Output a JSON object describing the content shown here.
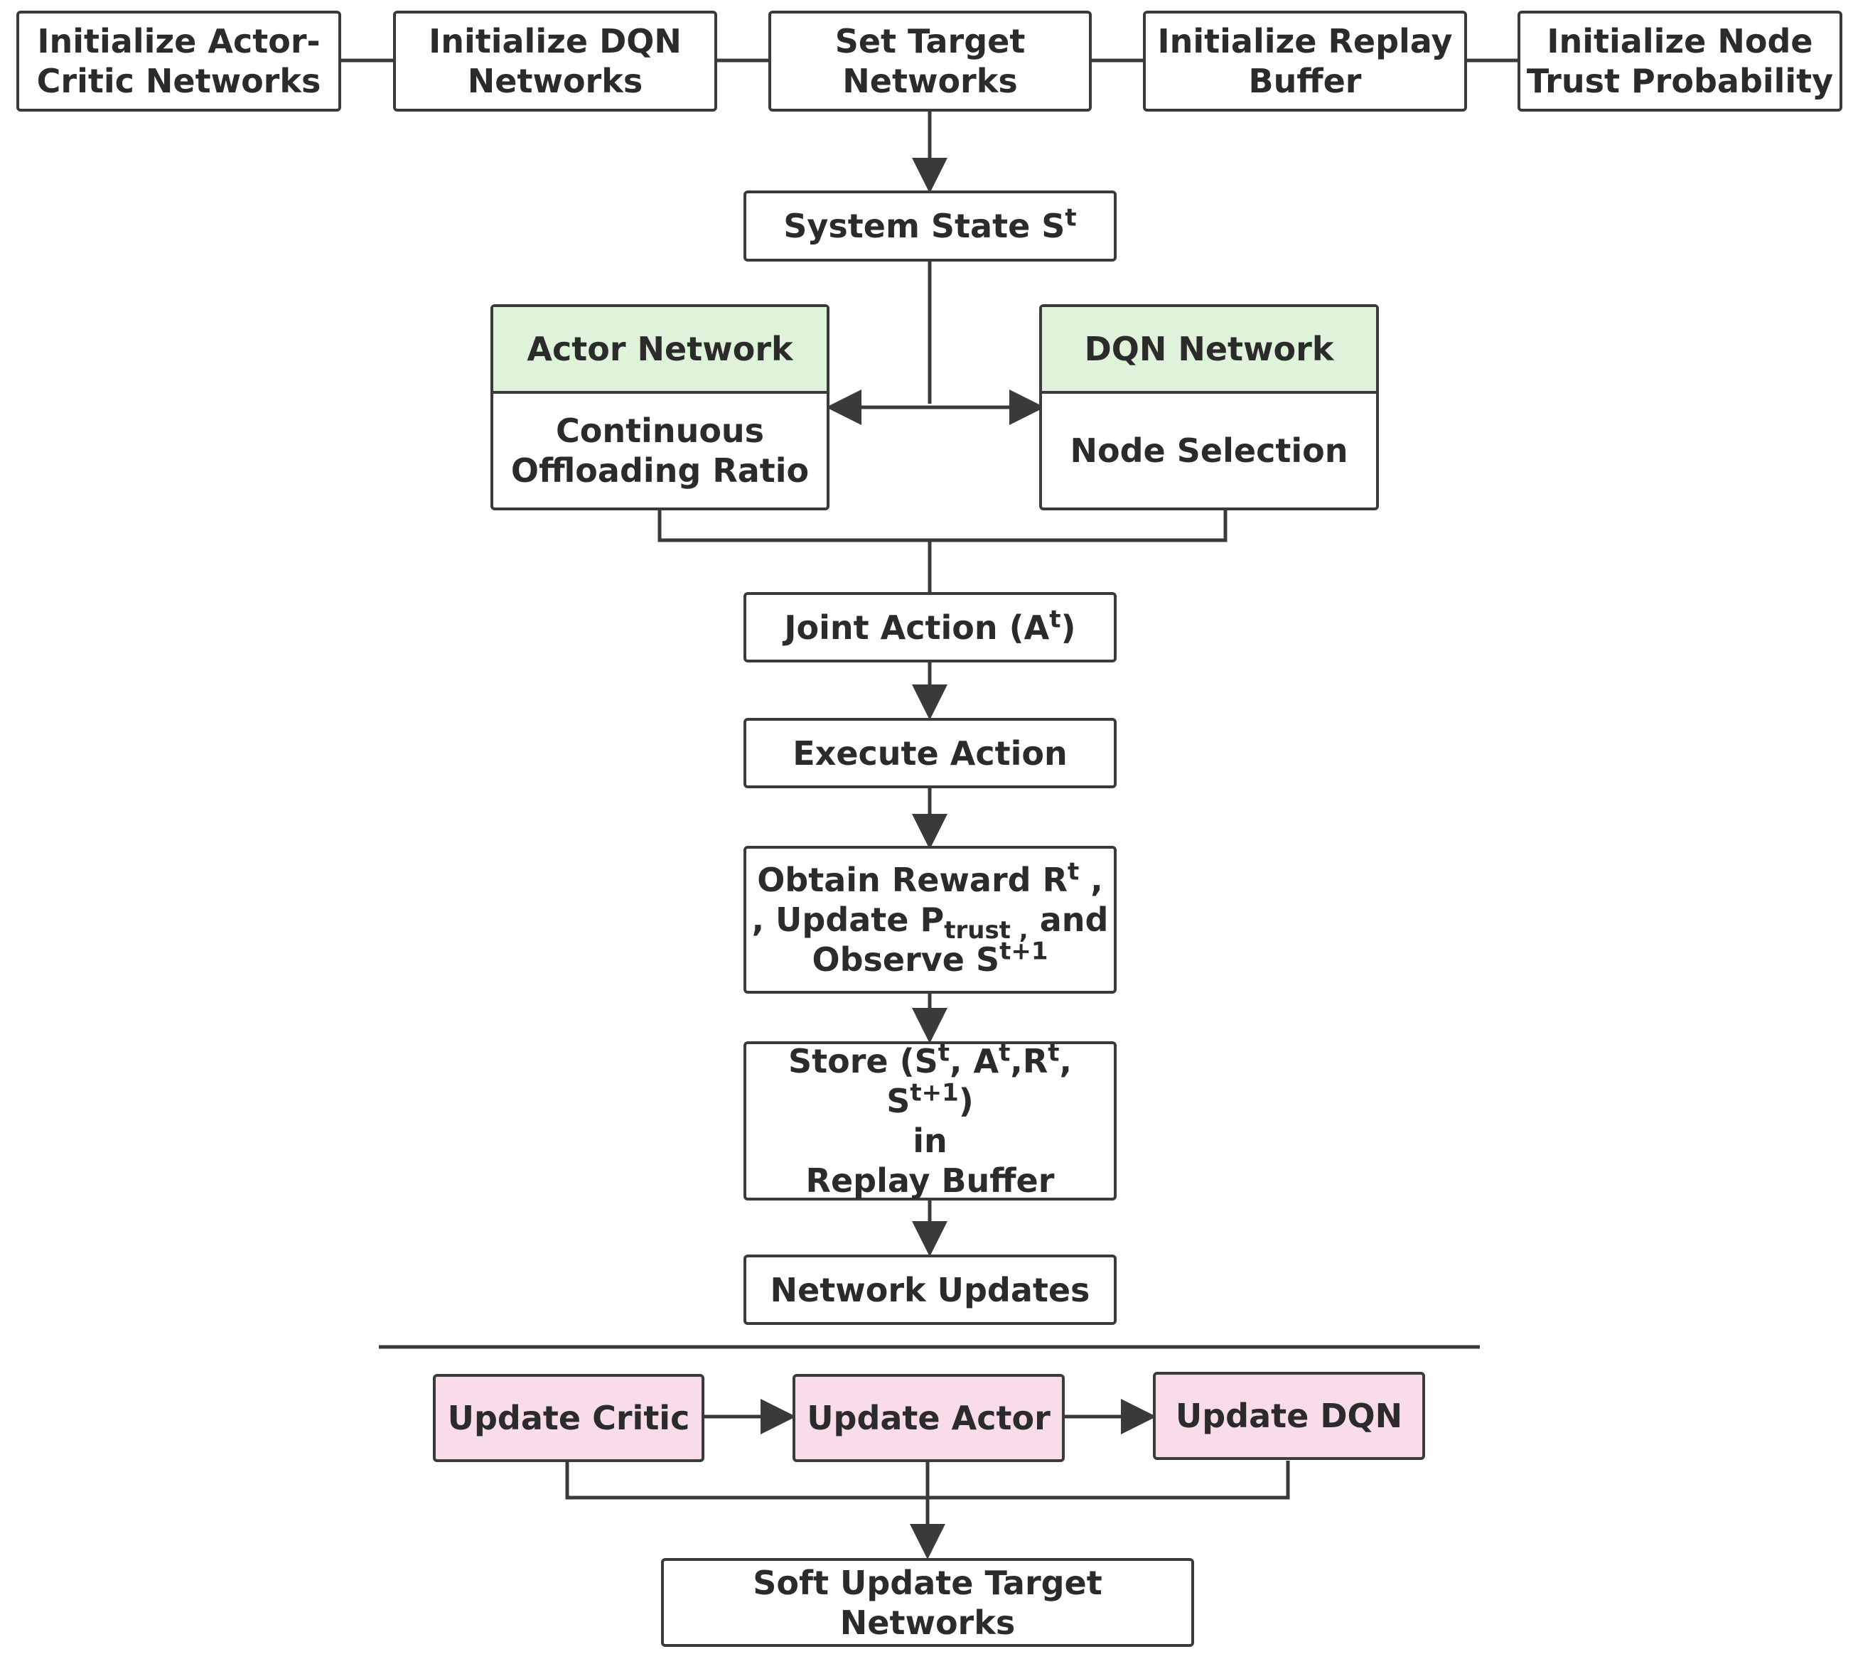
{
  "init": {
    "actor_critic": [
      "Initialize Actor-",
      "Critic Networks"
    ],
    "dqn": [
      "Initialize DQN",
      "Networks"
    ],
    "target": [
      "Set Target",
      "Networks"
    ],
    "replay": [
      "Initialize Replay",
      "Buffer"
    ],
    "trust": [
      "Initialize Node",
      "Trust Probability"
    ]
  },
  "system_state": {
    "text": "System State S",
    "sup": "t"
  },
  "actor": {
    "title": "Actor Network",
    "lines": [
      "Continuous",
      "Offloading Ratio"
    ]
  },
  "dqn_net": {
    "title": "DQN Network",
    "lines": [
      "Node Selection"
    ]
  },
  "joint_action": {
    "pre": "Joint Action (A",
    "sup": "t",
    "post": ")"
  },
  "execute": "Execute Action",
  "reward": {
    "l1_pre": "Obtain Reward R",
    "l1_sup": "t",
    "l1_post": " ,",
    "l2_pre": ", Update P",
    "l2_sub": "trust ,",
    "l2_post": " and",
    "l3_pre": "Observe S",
    "l3_sup": "t+1"
  },
  "store": {
    "l1_a": "Store (S",
    "s1": "t",
    "l1_b": ", A",
    "s2": "t",
    "l1_c": ",R",
    "s3": "t",
    "l1_d": ", S",
    "s4": "t+1",
    "l1_e": ")",
    "l2": "in",
    "l3": "Replay Buffer"
  },
  "network_updates": "Network Updates",
  "update_critic": "Update Critic",
  "update_actor": "Update Actor",
  "update_dqn": "Update DQN",
  "soft_update": "Soft Update Target Networks",
  "colors": {
    "header_green": "#def3d9",
    "update_pink": "#f8dcea",
    "stroke": "#3a3a3a"
  }
}
